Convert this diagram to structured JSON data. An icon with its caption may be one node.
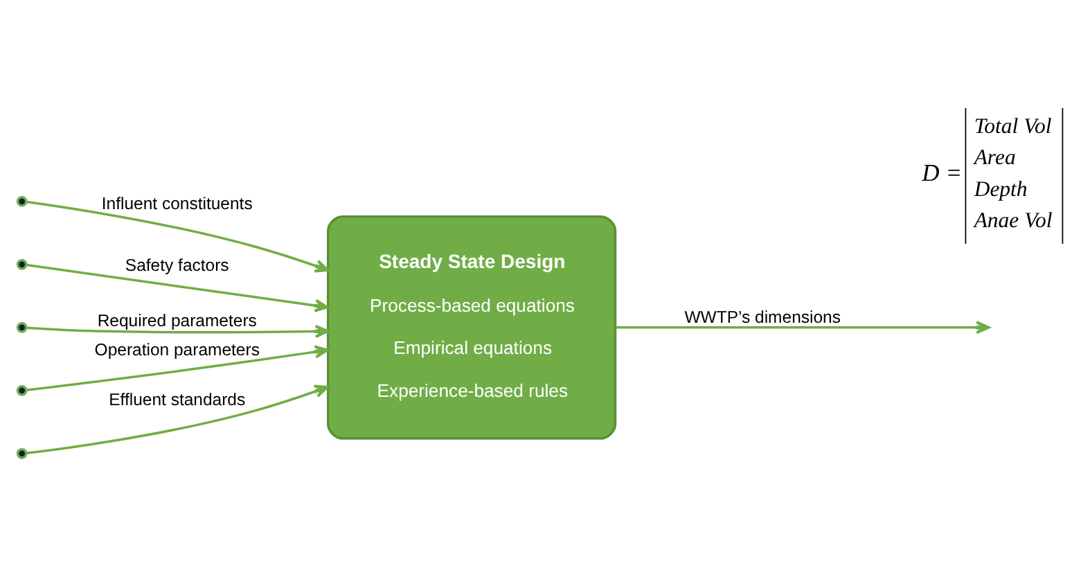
{
  "diagram": {
    "nodes": [
      {
        "text": [],
        "shape": "circle"
      },
      {
        "text": [],
        "shape": "circle"
      },
      {
        "text": [],
        "shape": "circle"
      },
      {
        "text": [],
        "shape": "circle"
      },
      {
        "text": [],
        "shape": "circle"
      },
      {
        "text": [
          "Steady State Design",
          "Process-based equations",
          "Empirical equations",
          "Experience-based rules"
        ]
      }
    ],
    "edges": [
      {
        "from": 0,
        "to": 5,
        "arrow": "to",
        "label": "Influent constituents"
      },
      {
        "from": 1,
        "to": 5,
        "arrow": "to",
        "label": "Safety factors"
      },
      {
        "from": 2,
        "to": 5,
        "arrow": "to",
        "label": "Required parameters"
      },
      {
        "from": 3,
        "to": 5,
        "arrow": "to",
        "label": "Operation parameters"
      },
      {
        "from": 4,
        "to": 5,
        "arrow": "to",
        "label": "Effluent standards"
      },
      {
        "from": 5,
        "to": null,
        "arrow": "to",
        "label": "WWTP’s dimensions"
      }
    ],
    "labels": [
      "D =",
      "Total Vol",
      "Area",
      "Depth",
      "Anae Vol"
    ]
  }
}
